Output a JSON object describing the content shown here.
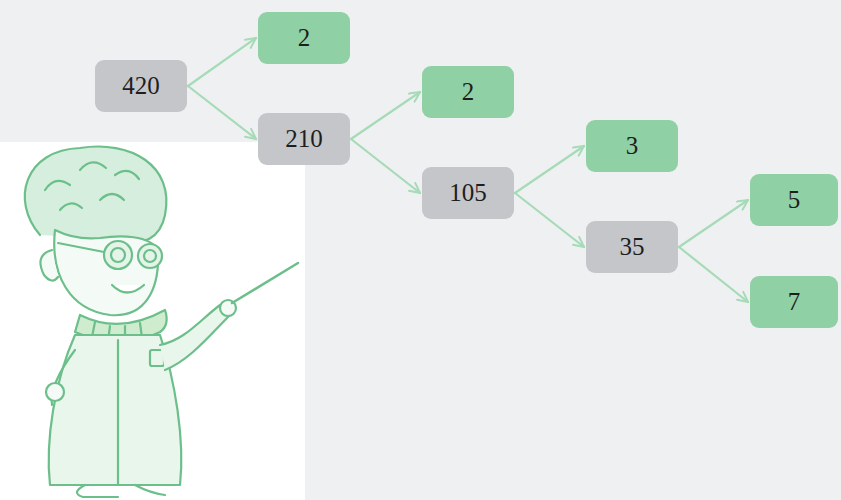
{
  "diagram": {
    "nodes": [
      {
        "text": [
          "420"
        ]
      },
      {
        "text": [
          "2"
        ]
      },
      {
        "text": [
          "210"
        ]
      },
      {
        "text": [
          "2"
        ]
      },
      {
        "text": [
          "105"
        ]
      },
      {
        "text": [
          "3"
        ]
      },
      {
        "text": [
          "35"
        ]
      },
      {
        "text": [
          "5"
        ]
      },
      {
        "text": [
          "7"
        ]
      }
    ],
    "edges": [
      {
        "from": 0,
        "to": 1,
        "arrow": "to"
      },
      {
        "from": 0,
        "to": 2,
        "arrow": "to"
      },
      {
        "from": 2,
        "to": 3,
        "arrow": "to"
      },
      {
        "from": 2,
        "to": 4,
        "arrow": "to"
      },
      {
        "from": 4,
        "to": 5,
        "arrow": "to"
      },
      {
        "from": 4,
        "to": 6,
        "arrow": "to"
      },
      {
        "from": 6,
        "to": 7,
        "arrow": "to"
      },
      {
        "from": 6,
        "to": 8,
        "arrow": "to"
      }
    ]
  }
}
